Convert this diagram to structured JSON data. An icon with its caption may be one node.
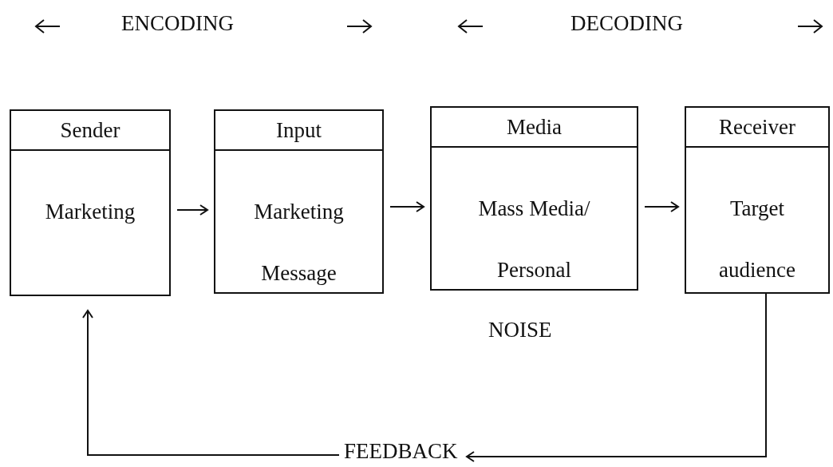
{
  "diagram": {
    "nodes": [
      {
        "text": [
          "Sender",
          "Marketing"
        ]
      },
      {
        "text": [
          "Input",
          "Marketing Message"
        ]
      },
      {
        "text": [
          "Media",
          "Mass Media/ Personal"
        ]
      },
      {
        "text": [
          "Receiver",
          "Target audience"
        ]
      },
      {
        "text": [
          "FEEDBACK"
        ]
      }
    ],
    "edges": [
      {
        "from": 0,
        "to": 1,
        "arrow": "to"
      },
      {
        "from": 1,
        "to": 2,
        "arrow": "to"
      },
      {
        "from": 2,
        "to": 3,
        "arrow": "to"
      },
      {
        "from": 3,
        "to": 4,
        "arrow": "to"
      },
      {
        "from": 4,
        "to": 0,
        "arrow": "to"
      }
    ],
    "labels": [
      "ENCODING",
      "DECODING",
      "NOISE"
    ]
  }
}
